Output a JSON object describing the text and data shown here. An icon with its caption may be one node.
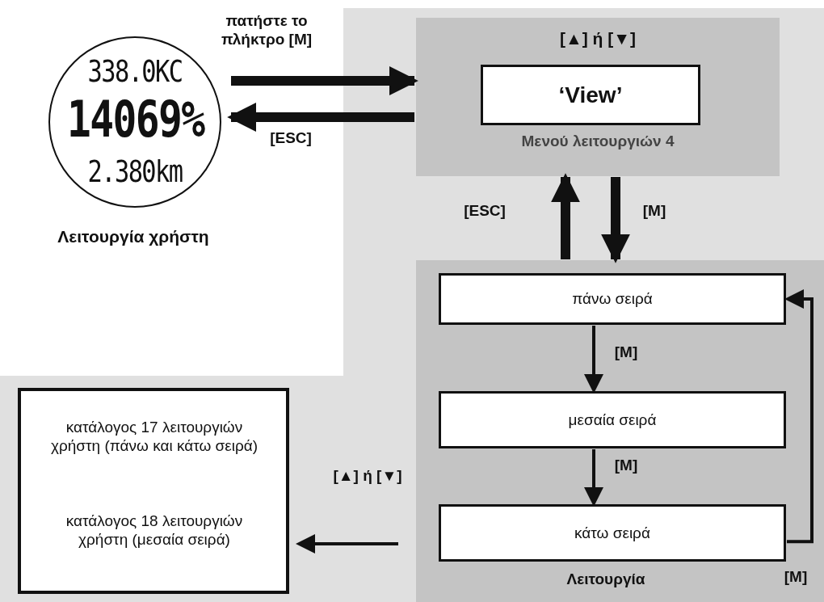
{
  "diagram": {
    "nodes": [
      {
        "text": [
          "338.0KC",
          "14069%",
          "2.380km"
        ],
        "beside": [
          "Λειτουργία χρήστη"
        ]
      },
      {
        "text": [
          "[▲] ή [▼]",
          "Μενού λειτουργιών 4"
        ]
      },
      {
        "text": [
          "‘View’"
        ],
        "in": 1
      },
      {
        "text": [
          "Λειτουργία"
        ]
      },
      {
        "text": [
          "πάνω σειρά"
        ],
        "in": 3
      },
      {
        "text": [
          "μεσαία σειρά"
        ],
        "in": 3
      },
      {
        "text": [
          "κάτω σειρά"
        ],
        "in": 3
      },
      {
        "text": [
          "κατάλογος 17 λειτουργιών χρήστη (πάνω και κάτω σειρά)",
          "κατάλογος 18 λειτουργιών χρήστη (μεσαία σειρά)"
        ]
      }
    ],
    "edges": [
      {
        "from": 0,
        "to": 1,
        "arrow": "to",
        "label": "πατήστε το πλήκτρο [M]",
        "style": "thick"
      },
      {
        "from": 1,
        "to": 0,
        "arrow": "to",
        "label": "[ESC]",
        "style": "thick"
      },
      {
        "from": 3,
        "to": 1,
        "arrow": "to",
        "label": "[ESC]",
        "style": "thick"
      },
      {
        "from": 1,
        "to": 3,
        "arrow": "to",
        "label": "[M]",
        "style": "thick"
      },
      {
        "from": 4,
        "to": 5,
        "arrow": "to",
        "label": "[M]"
      },
      {
        "from": 5,
        "to": 6,
        "arrow": "to",
        "label": "[M]"
      },
      {
        "from": 6,
        "to": 4,
        "arrow": "to",
        "label": "[M]"
      },
      {
        "from": 3,
        "to": 7,
        "arrow": "to",
        "label": "[▲] ή [▼]"
      }
    ]
  }
}
